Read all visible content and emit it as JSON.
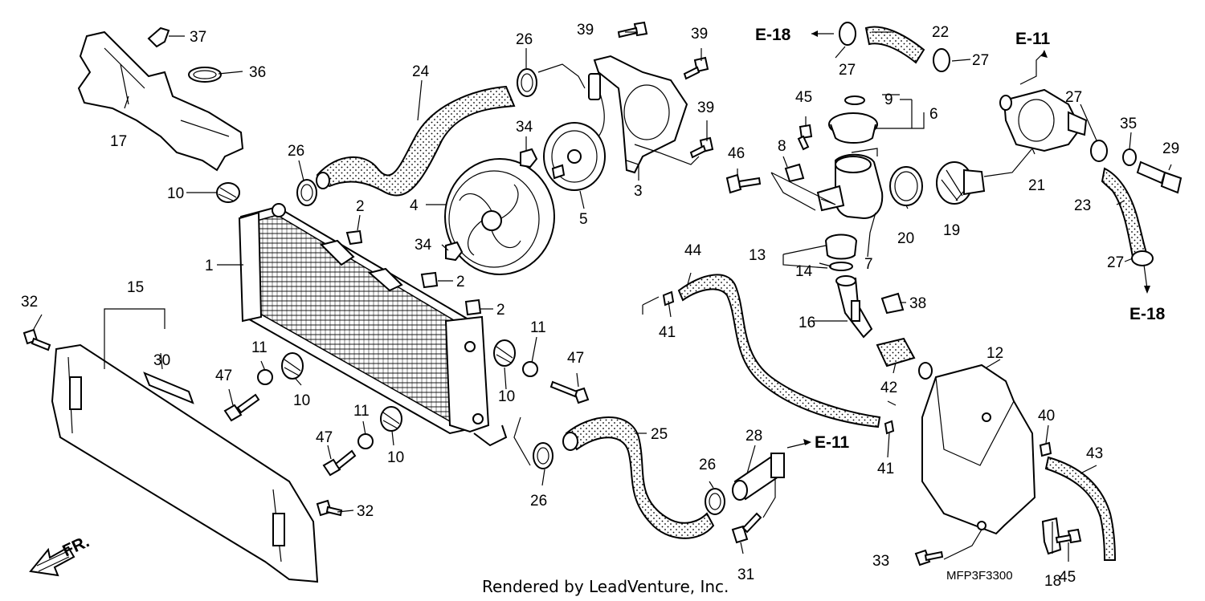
{
  "diagram": {
    "footer_text": "Rendered by LeadVenture, Inc.",
    "drawing_code": "MFP3F3300",
    "front_label": "FR.",
    "callouts": [
      {
        "id": "1",
        "text": "1"
      },
      {
        "id": "2a",
        "text": "2"
      },
      {
        "id": "2b",
        "text": "2"
      },
      {
        "id": "2c",
        "text": "2"
      },
      {
        "id": "3",
        "text": "3"
      },
      {
        "id": "4",
        "text": "4"
      },
      {
        "id": "5",
        "text": "5"
      },
      {
        "id": "6",
        "text": "6"
      },
      {
        "id": "7",
        "text": "7"
      },
      {
        "id": "8",
        "text": "8"
      },
      {
        "id": "9",
        "text": "9"
      },
      {
        "id": "10a",
        "text": "10"
      },
      {
        "id": "10b",
        "text": "10"
      },
      {
        "id": "10c",
        "text": "10"
      },
      {
        "id": "10d",
        "text": "10"
      },
      {
        "id": "11a",
        "text": "11"
      },
      {
        "id": "11b",
        "text": "11"
      },
      {
        "id": "11c",
        "text": "11"
      },
      {
        "id": "12",
        "text": "12"
      },
      {
        "id": "13",
        "text": "13"
      },
      {
        "id": "14",
        "text": "14"
      },
      {
        "id": "15",
        "text": "15"
      },
      {
        "id": "16",
        "text": "16"
      },
      {
        "id": "17",
        "text": "17"
      },
      {
        "id": "18",
        "text": "18"
      },
      {
        "id": "19",
        "text": "19"
      },
      {
        "id": "20",
        "text": "20"
      },
      {
        "id": "21",
        "text": "21"
      },
      {
        "id": "22",
        "text": "22"
      },
      {
        "id": "23",
        "text": "23"
      },
      {
        "id": "24",
        "text": "24"
      },
      {
        "id": "25",
        "text": "25"
      },
      {
        "id": "26a",
        "text": "26"
      },
      {
        "id": "26b",
        "text": "26"
      },
      {
        "id": "26c",
        "text": "26"
      },
      {
        "id": "26d",
        "text": "26"
      },
      {
        "id": "27a",
        "text": "27"
      },
      {
        "id": "27b",
        "text": "27"
      },
      {
        "id": "27c",
        "text": "27"
      },
      {
        "id": "27d",
        "text": "27"
      },
      {
        "id": "28",
        "text": "28"
      },
      {
        "id": "29",
        "text": "29"
      },
      {
        "id": "30",
        "text": "30"
      },
      {
        "id": "31",
        "text": "31"
      },
      {
        "id": "32a",
        "text": "32"
      },
      {
        "id": "32b",
        "text": "32"
      },
      {
        "id": "33",
        "text": "33"
      },
      {
        "id": "34a",
        "text": "34"
      },
      {
        "id": "34b",
        "text": "34"
      },
      {
        "id": "35",
        "text": "35"
      },
      {
        "id": "36",
        "text": "36"
      },
      {
        "id": "37",
        "text": "37"
      },
      {
        "id": "38",
        "text": "38"
      },
      {
        "id": "39a",
        "text": "39"
      },
      {
        "id": "39b",
        "text": "39"
      },
      {
        "id": "39c",
        "text": "39"
      },
      {
        "id": "40",
        "text": "40"
      },
      {
        "id": "41a",
        "text": "41"
      },
      {
        "id": "41b",
        "text": "41"
      },
      {
        "id": "42",
        "text": "42"
      },
      {
        "id": "43",
        "text": "43"
      },
      {
        "id": "44",
        "text": "44"
      },
      {
        "id": "45a",
        "text": "45"
      },
      {
        "id": "45b",
        "text": "45"
      },
      {
        "id": "46",
        "text": "46"
      },
      {
        "id": "47a",
        "text": "47"
      },
      {
        "id": "47b",
        "text": "47"
      },
      {
        "id": "47c",
        "text": "47"
      }
    ],
    "references": [
      {
        "id": "e18-top",
        "text": "E-18"
      },
      {
        "id": "e11-top",
        "text": "E-11"
      },
      {
        "id": "e18-right",
        "text": "E-18"
      },
      {
        "id": "e11-bottom",
        "text": "E-11"
      }
    ]
  }
}
